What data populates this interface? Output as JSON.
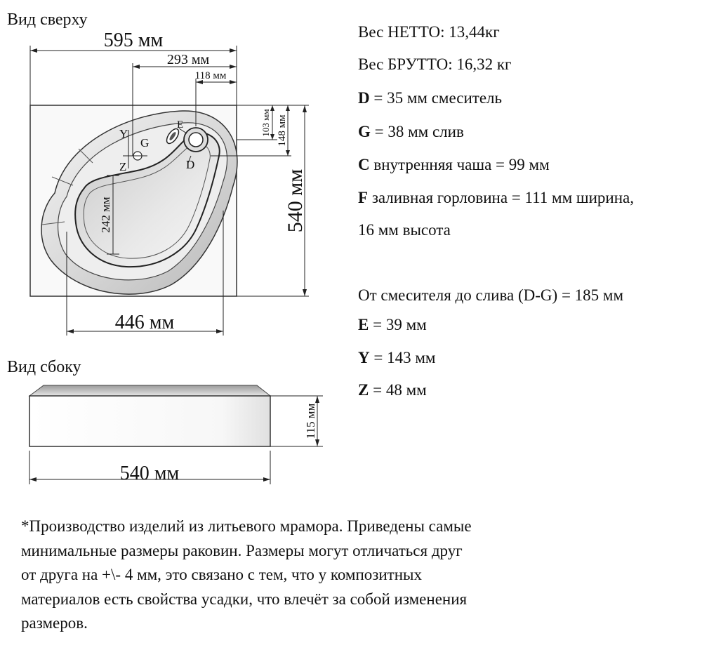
{
  "top_view": {
    "title": "Вид сверху",
    "dims": {
      "overall_width": "595 мм",
      "to_mixer": "293 мм",
      "to_drain": "118 мм",
      "depth": "540 мм",
      "bowl_width": "446 мм",
      "bowl_depth": "242 мм",
      "mixer_offset": "103 мм",
      "drain_offset": "148 мм"
    },
    "markers": {
      "y": "Y",
      "g": "G",
      "z": "Z",
      "e": "E",
      "d": "D"
    }
  },
  "side_view": {
    "title": "Вид сбоку",
    "dims": {
      "length": "540 мм",
      "height": "115 мм"
    }
  },
  "specs": {
    "net_weight": "Вес НЕТТО: 13,44кг",
    "gross_weight": "Вес БРУТТО: 16,32 кг",
    "d": {
      "key": "D",
      "text": " = 35 мм смеситель"
    },
    "g": {
      "key": "G",
      "text": " = 38 мм слив"
    },
    "c": {
      "key": "C",
      "text": " внутренняя чаша = 99 мм"
    },
    "f": {
      "key": "F",
      "text": " заливная горловина = 111 мм ширина,"
    },
    "f_cont": "16 мм высота",
    "mixer_to_drain": "От смесителя до слива (D-G) = 185 мм",
    "e": {
      "key": "E",
      "text": " = 39 мм"
    },
    "y": {
      "key": "Y",
      "text": " = 143 мм"
    },
    "z": {
      "key": "Z",
      "text": " = 48 мм"
    }
  },
  "note": {
    "lines": [
      "*Производство изделий из литьевого мрамора. Приведены самые",
      "минимальные размеры раковин. Размеры могут отличаться друг",
      "от друга на +\\- 4 мм, это связано с тем, что у композитных",
      "материалов есть свойства усадки, что влечёт за собой изменения",
      "размеров."
    ]
  }
}
